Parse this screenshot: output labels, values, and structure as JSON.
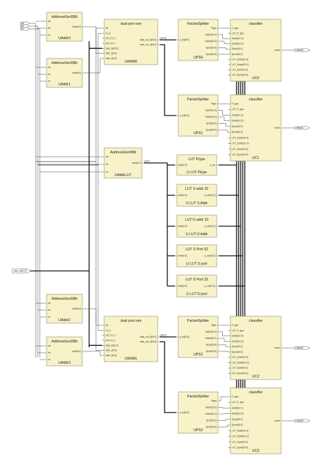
{
  "diagram": {
    "colors": {
      "block_fill": "#f7f2c8",
      "block_stroke": "#8c8a5a",
      "wire": "#3a3a3a",
      "bus": "#111111"
    },
    "addr_gens": [
      {
        "id": "ag0",
        "title": "AddressGen5Bit",
        "name": "UAddr0",
        "ports_in": [
          "clk",
          "rst",
          "en"
        ],
        "port_out": "addr[4:0]"
      },
      {
        "id": "ag1",
        "title": "AddressGen5Bit",
        "name": "UAddr1",
        "ports_in": [
          "clk",
          "rst",
          "en"
        ],
        "port_out": "addr[4:0]"
      },
      {
        "id": "aglut",
        "title": "AddressGen5Bit",
        "name": "UAddrLUT",
        "ports_in": [
          "clk",
          "rst",
          "en"
        ],
        "port_out": "addr[4:0]"
      },
      {
        "id": "ag2",
        "title": "AddressGen5Bit",
        "name": "UAddr2",
        "ports_in": [
          "clk",
          "rst",
          "en"
        ],
        "port_out": "addr[4:0]"
      },
      {
        "id": "ag3",
        "title": "AddressGen5Bit",
        "name": "UAddr3",
        "ports_in": [
          "clk",
          "rst",
          "en"
        ],
        "port_out": "addr[4:0]"
      }
    ],
    "rams": [
      {
        "id": "ram0",
        "title": "dual port ram",
        "name": "URAM0",
        "ports_in": [
          "clk",
          "en_a",
          "port_en_0",
          "port_en_1",
          "data_in[63:0]",
          "addr_a[4:0]",
          "addr_b[4:0]"
        ],
        "ports_out": [
          "data_out_0[63:0]",
          "data_out_1[63:0]"
        ]
      },
      {
        "id": "ram1",
        "title": "dual port ram",
        "name": "URAM1",
        "ports_in": [
          "clk",
          "en_a",
          "port_en_0",
          "port_en_1",
          "data_in[63:0]",
          "addr_a[4:0]",
          "addr_b[4:0]"
        ],
        "ports_out": [
          "data_out_0[63:0]",
          "data_out_1[63:0]"
        ]
      }
    ],
    "splitters": [
      {
        "id": "ps0",
        "title": "PacketSplitter",
        "name": "UPS0",
        "port_in": "p_in[63:0]",
        "ports_out": [
          "Ptype",
          "Saddr[31:0]",
          "Daddr[31:0]",
          "Sport[15:0]",
          "Dport[15:0]"
        ]
      },
      {
        "id": "ps1",
        "title": "PacketSplitter",
        "name": "UPS1",
        "port_in": "p_in[63:0]",
        "ports_out": [
          "Ptype",
          "Saddr[31:0]",
          "Daddr[31:0]",
          "Sport[15:0]",
          "Dport[15:0]"
        ]
      },
      {
        "id": "ps2",
        "title": "PacketSplitter",
        "name": "UPS2",
        "port_in": "p_in[63:0]",
        "ports_out": [
          "Ptype",
          "Saddr[31:0]",
          "Daddr[31:0]",
          "Sport[15:0]",
          "Dport[15:0]"
        ]
      },
      {
        "id": "ps3",
        "title": "PacketSplitter",
        "name": "UPS3",
        "port_in": "p_in[63:0]",
        "ports_out": [
          "Ptype",
          "Saddr[31:0]",
          "Daddr[31:0]",
          "Sport[15:0]",
          "Dport[15:0]"
        ]
      }
    ],
    "luts": [
      {
        "id": "lut_ptype",
        "title": "LUT Ptype",
        "name": "U LUT Ptype",
        "port_in": "addr[4:0]",
        "port_out": "p_out"
      },
      {
        "id": "lut_saddr",
        "title": "LUT S addr 32",
        "name": "U LUT S Addr",
        "port_in": "addr[4:0]",
        "port_out": "p_out[31:0]"
      },
      {
        "id": "lut_daddr",
        "title": "LUT D addr 32",
        "name": "U LUT D Addr",
        "port_in": "addr[4:0]",
        "port_out": "p_out[31:0]"
      },
      {
        "id": "lut_sport",
        "title": "LUT S Port 32",
        "name": "U LUT S port",
        "port_in": "addr[4:0]",
        "port_out": "p_out[15:0]"
      },
      {
        "id": "lut_dport",
        "title": "LUT D Port 32",
        "name": "U LUT D port",
        "port_in": "addr[4:0]",
        "port_out": "p_out[15:0]"
      }
    ],
    "classifiers": [
      {
        "id": "c0",
        "title": "classifier",
        "name": "UC0",
        "ports_in": [
          "P_type",
          "LUT_P_type",
          "Saddr[31:0]",
          "Daddr[31:0]",
          "Sport[15:0]",
          "Dport[15:0]",
          "LUT_Saddr[31:0]",
          "LUT_Daddr[31:0]",
          "LUT_Sport[15:0]",
          "LUT_Dport[15:0]"
        ],
        "port_out": "result"
      },
      {
        "id": "c1",
        "title": "classifier",
        "name": "UC1",
        "ports_in": [
          "P_type",
          "LUT_P_type",
          "Saddr[31:0]",
          "Daddr[31:0]",
          "Sport[15:0]",
          "Dport[15:0]",
          "LUT_Saddr[31:0]",
          "LUT_Daddr[31:0]",
          "LUT_Sport[15:0]",
          "LUT_Dport[15:0]"
        ],
        "port_out": "result"
      },
      {
        "id": "c2",
        "title": "classifier",
        "name": "UC2",
        "ports_in": [
          "P_type",
          "LUT_P_type",
          "Saddr[31:0]",
          "Daddr[31:0]",
          "Sport[15:0]",
          "Dport[15:0]",
          "LUT_Saddr[31:0]",
          "LUT_Daddr[31:0]",
          "LUT_Sport[15:0]",
          "LUT_Dport[15:0]"
        ],
        "port_out": "result"
      },
      {
        "id": "c3",
        "title": "classifier",
        "name": "UC3",
        "ports_in": [
          "P_type",
          "LUT_P_type",
          "Saddr[31:0]",
          "Daddr[31:0]",
          "Sport[15:0]",
          "Dport[15:0]",
          "LUT_Saddr[31:0]",
          "LUT_Daddr[31:0]",
          "LUT_Sport[15:0]",
          "LUT_Dport[15:0]"
        ],
        "port_out": "result"
      }
    ],
    "top_inputs": [
      "clk",
      "rst",
      "en"
    ],
    "left_bus_label": "data_in[63:0]",
    "out_labels": [
      "match0",
      "match1",
      "match2",
      "match3"
    ],
    "net_labels": {
      "ram_out": "p(63:0)",
      "lut_addr": "a(4:0)"
    }
  }
}
